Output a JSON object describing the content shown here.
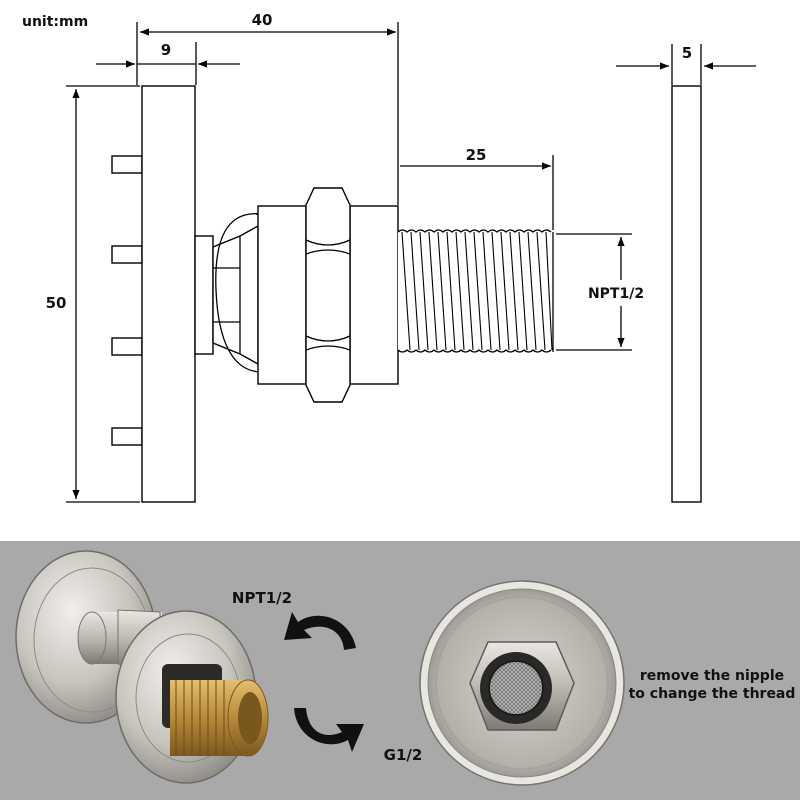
{
  "drawing": {
    "unit_label": "unit:mm",
    "dim_total_length": "40",
    "dim_flange_thickness": "9",
    "dim_thread_length": "25",
    "dim_height": "50",
    "dim_plate_thickness": "5",
    "thread_label": "NPT1/2"
  },
  "photo": {
    "label_top": "NPT1/2",
    "label_bottom": "G1/2",
    "note_line1": "remove the nipple",
    "note_line2": "to change the thread"
  },
  "colors": {
    "photo_background": "#a9a9a9",
    "brass": "#b8893a",
    "steel": "#c9c6c0",
    "line": "#000000"
  },
  "icons": [
    "rotate-arrow-icon",
    "curved-arrow-left-icon",
    "curved-arrow-right-icon"
  ]
}
